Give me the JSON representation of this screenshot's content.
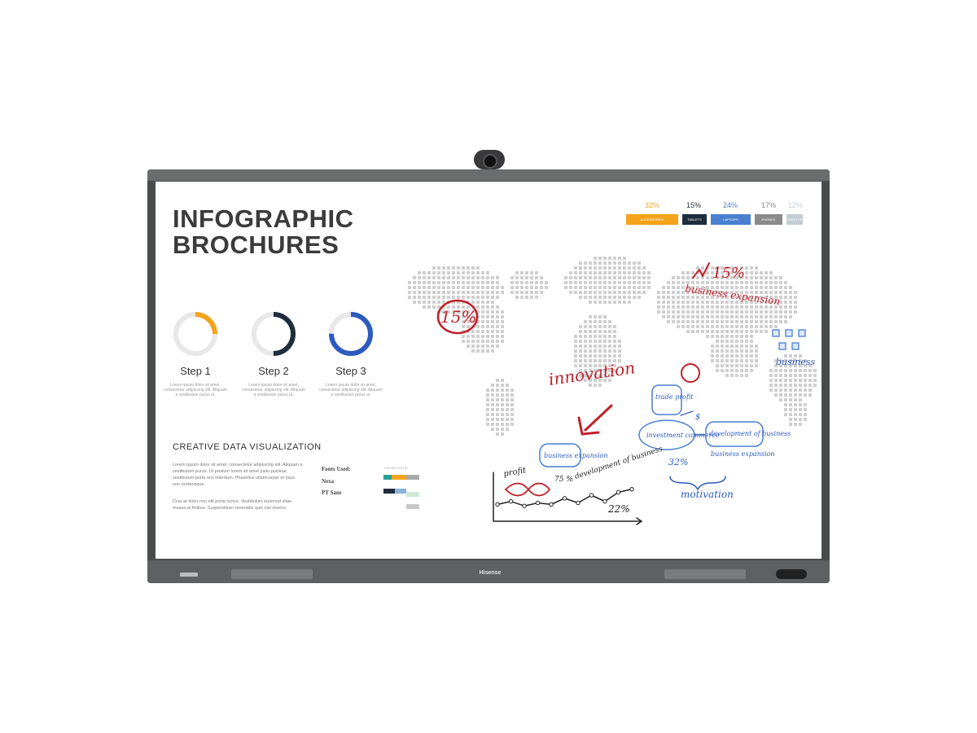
{
  "brand": "Hisense",
  "headline": {
    "line1": "INFOGRAPHIC",
    "line2": "BROCHURES"
  },
  "steps": [
    {
      "label": "Step 1",
      "desc": "Lorem ipsum dolor sit amet, consectetur adipiscing elit. Aliquam a vestibulum purus ut.",
      "percent": 25,
      "color": "#f5a31a"
    },
    {
      "label": "Step 2",
      "desc": "Lorem ipsum dolor sit amet, consectetur adipiscing elit. Aliquam a vestibulum purus ut.",
      "percent": 50,
      "color": "#1f2d3d"
    },
    {
      "label": "Step 3",
      "desc": "Lorem ipsum dolor sit amet, consectetur adipiscing elit. Aliquam a vestibulum purus ut.",
      "percent": 75,
      "color": "#2d5bbf"
    }
  ],
  "section": {
    "title": "CREATIVE DATA VISUALIZATION",
    "para1": "Lorem ipsum dolor sit amet, consectetur adipiscing elit. Aliquam a vestibulum purus. Ut pretium lorem sit amet justo pulvinar, vestibulum porta orci interdum. Phasellus ullamcorper et risus non scelerisque.",
    "para2": "Cras at dolor non elit porta luctus. Vestibulum euismod vitae massa at finibus. Suspendisse venenatis quis nisi viverra"
  },
  "fonts": {
    "heading": "Fonts Used:",
    "font1": "Nexa",
    "font2": "PT Sans",
    "palette_label": "COLOR PALETTE"
  },
  "legend": [
    {
      "pct": "32%",
      "label": "ACCESSORIES",
      "color": "#f5a31a"
    },
    {
      "pct": "15%",
      "label": "TABLETS",
      "color": "#1f2d3d"
    },
    {
      "pct": "24%",
      "label": "LAPTOPS",
      "color": "#4a7fd0"
    },
    {
      "pct": "17%",
      "label": "PHONES",
      "color": "#8a8a8a"
    },
    {
      "pct": "12%",
      "label": "DESKTOP",
      "color": "#c4ccd4"
    }
  ],
  "annotations": {
    "circle_pct": "15%",
    "growth_pct": "15%",
    "business_expansion": "business expansion",
    "business": "business",
    "innovation": "innovation",
    "trade_profit": "trade profit",
    "dollar": "$",
    "investment_commerce": "investment commerce",
    "development_of_business": "development of business",
    "business_expansion_2": "business expansion",
    "pct_32": "32%",
    "motivation": "motivation",
    "profit": "profit",
    "pct_75": "75 %",
    "development_of_business_2": "development of business",
    "business_expansion_3": "business expansion",
    "pct_22": "22%"
  },
  "line_chart": {
    "type": "line",
    "values": [
      10,
      12,
      9,
      11,
      10,
      14,
      11,
      16,
      12,
      18,
      20
    ],
    "ylim": [
      0,
      30
    ]
  }
}
